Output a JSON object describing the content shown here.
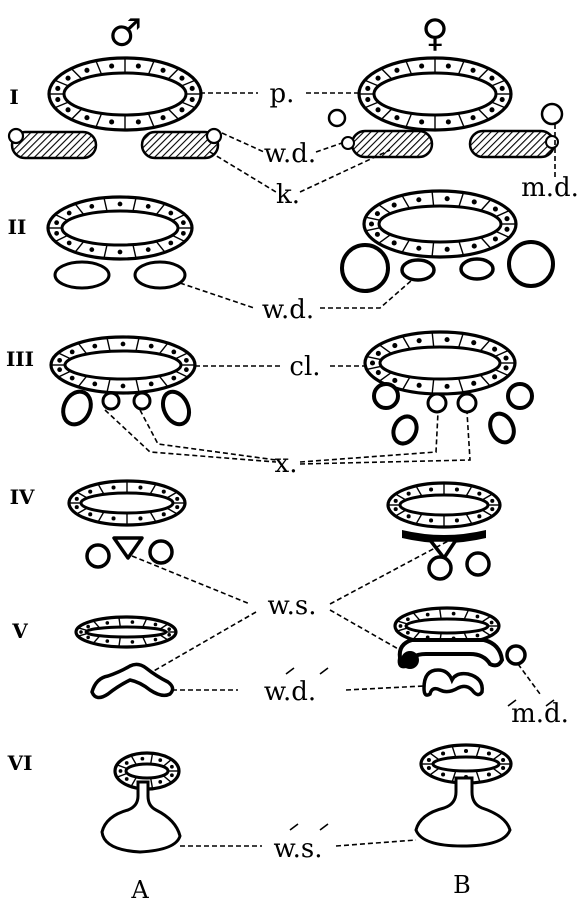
{
  "symbols": {
    "male": "♂",
    "female": "♀"
  },
  "stages": [
    "I",
    "II",
    "III",
    "IV",
    "V",
    "VI"
  ],
  "labels": {
    "p": "p.",
    "wd1": "w.d.",
    "k": "k.",
    "md": "m.d.",
    "wd2": "w.d.",
    "cl": "cl.",
    "x": "x.",
    "ws": "w.s.",
    "wd_prime": "w.d.",
    "md_prime": "m.d.",
    "ws_prime": "w.s."
  },
  "columns": {
    "a": "A",
    "b": "B"
  }
}
